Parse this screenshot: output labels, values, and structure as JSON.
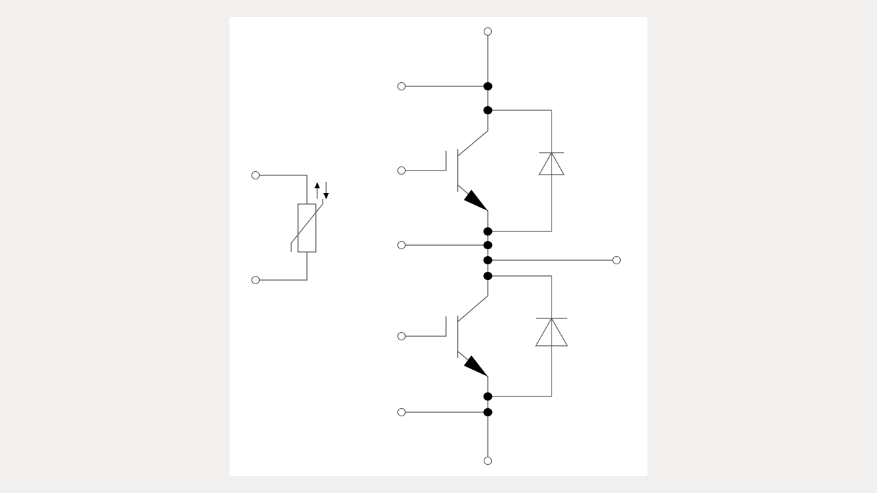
{
  "diagram": {
    "type": "circuit-schematic",
    "components": [
      {
        "id": "ntc-thermistor",
        "symbol": "thermistor-icon",
        "arrows": "up-down-arrows-icon"
      },
      {
        "id": "igbt-upper",
        "symbol": "igbt-npn-icon"
      },
      {
        "id": "diode-upper",
        "symbol": "diode-icon"
      },
      {
        "id": "igbt-lower",
        "symbol": "igbt-npn-icon"
      },
      {
        "id": "diode-lower",
        "symbol": "diode-icon"
      }
    ],
    "terminals": [
      "thermistor-terminal-1",
      "thermistor-terminal-2",
      "top-rail-terminal",
      "upper-aux-collector-terminal",
      "upper-gate-terminal",
      "upper-aux-emitter-terminal",
      "output-terminal",
      "lower-gate-terminal",
      "lower-aux-emitter-terminal",
      "bottom-rail-terminal"
    ],
    "colors": {
      "background": "#f2efef",
      "panel": "#ffffff",
      "wire": "#555555",
      "junction": "#000000"
    }
  }
}
